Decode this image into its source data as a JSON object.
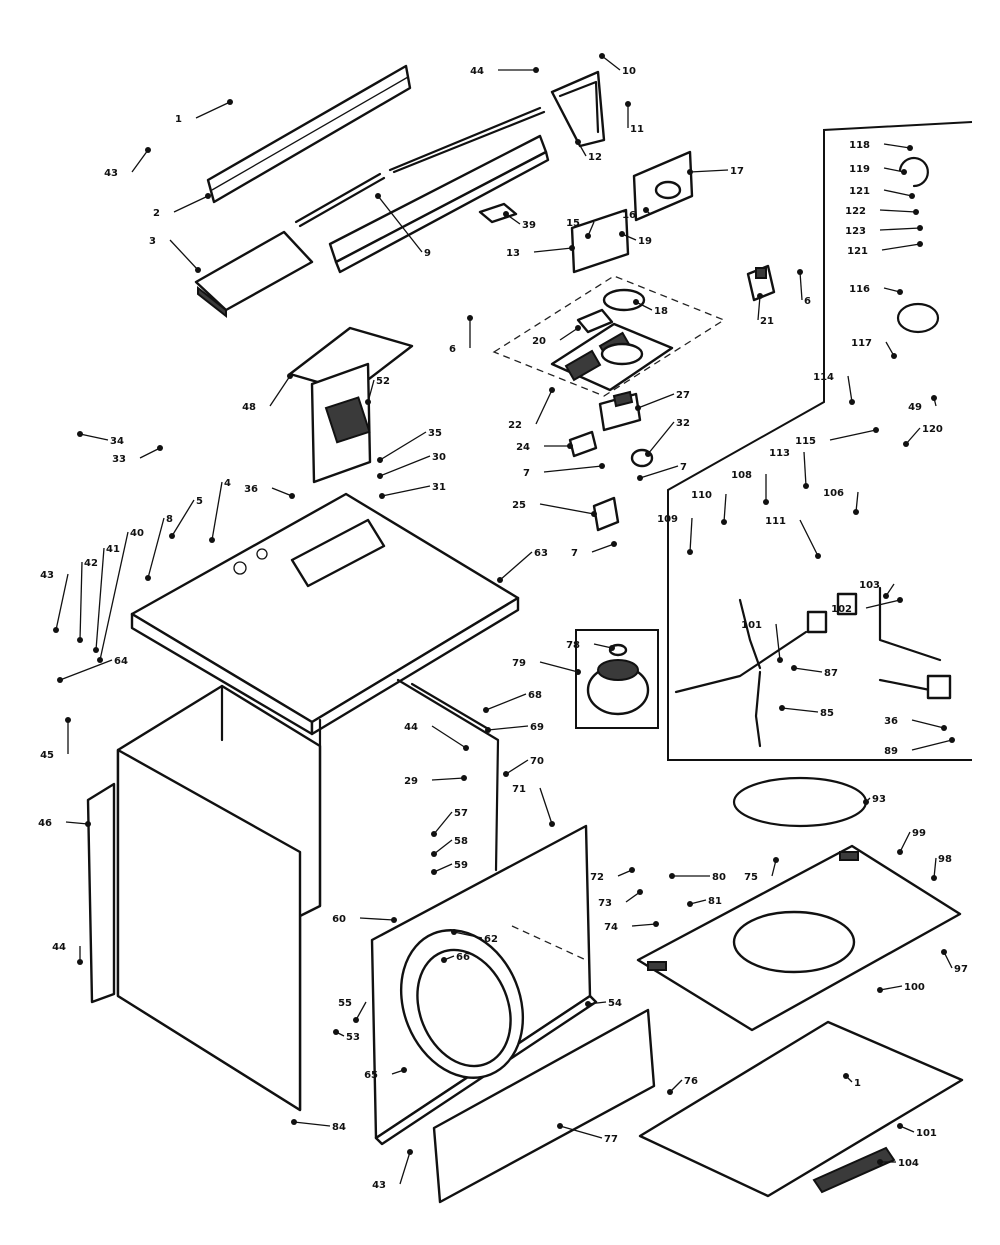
{
  "diagram": {
    "type": "exploded-parts-diagram",
    "colors": {
      "ink": "#111111",
      "paper": "#ffffff"
    },
    "callouts": [
      {
        "id": "c1",
        "text": "1"
      },
      {
        "id": "c43a",
        "text": "43"
      },
      {
        "id": "c2",
        "text": "2"
      },
      {
        "id": "c3",
        "text": "3"
      },
      {
        "id": "c44a",
        "text": "44"
      },
      {
        "id": "c10",
        "text": "10"
      },
      {
        "id": "c11",
        "text": "11"
      },
      {
        "id": "c12",
        "text": "12"
      },
      {
        "id": "c9",
        "text": "9"
      },
      {
        "id": "c39",
        "text": "39"
      },
      {
        "id": "c17",
        "text": "17"
      },
      {
        "id": "c13",
        "text": "13"
      },
      {
        "id": "c15",
        "text": "15"
      },
      {
        "id": "c16",
        "text": "16"
      },
      {
        "id": "c19",
        "text": "19"
      },
      {
        "id": "c18",
        "text": "18"
      },
      {
        "id": "c20",
        "text": "20"
      },
      {
        "id": "c6a",
        "text": "6"
      },
      {
        "id": "c22",
        "text": "22"
      },
      {
        "id": "c27",
        "text": "27"
      },
      {
        "id": "c24",
        "text": "24"
      },
      {
        "id": "c32",
        "text": "32"
      },
      {
        "id": "c7a",
        "text": "7"
      },
      {
        "id": "c7b",
        "text": "7"
      },
      {
        "id": "c25",
        "text": "25"
      },
      {
        "id": "c7c",
        "text": "7"
      },
      {
        "id": "c21",
        "text": "21"
      },
      {
        "id": "c6b",
        "text": "6"
      },
      {
        "id": "c48",
        "text": "48"
      },
      {
        "id": "c52",
        "text": "52"
      },
      {
        "id": "c34",
        "text": "34"
      },
      {
        "id": "c33",
        "text": "33"
      },
      {
        "id": "c35",
        "text": "35"
      },
      {
        "id": "c30",
        "text": "30"
      },
      {
        "id": "c31",
        "text": "31"
      },
      {
        "id": "c36",
        "text": "36"
      },
      {
        "id": "c5",
        "text": "5"
      },
      {
        "id": "c4",
        "text": "4"
      },
      {
        "id": "c8",
        "text": "8"
      },
      {
        "id": "c43b",
        "text": "43"
      },
      {
        "id": "c42",
        "text": "42"
      },
      {
        "id": "c41",
        "text": "41"
      },
      {
        "id": "c40",
        "text": "40"
      },
      {
        "id": "c64",
        "text": "64"
      },
      {
        "id": "c45",
        "text": "45"
      },
      {
        "id": "c63",
        "text": "63"
      },
      {
        "id": "c78",
        "text": "78"
      },
      {
        "id": "c79",
        "text": "79"
      },
      {
        "id": "c68",
        "text": "68"
      },
      {
        "id": "c69",
        "text": "69"
      },
      {
        "id": "c44b",
        "text": "44"
      },
      {
        "id": "c70",
        "text": "70"
      },
      {
        "id": "c29",
        "text": "29"
      },
      {
        "id": "c71",
        "text": "71"
      },
      {
        "id": "c57",
        "text": "57"
      },
      {
        "id": "c58",
        "text": "58"
      },
      {
        "id": "c59",
        "text": "59"
      },
      {
        "id": "c46",
        "text": "46"
      },
      {
        "id": "c44c",
        "text": "44"
      },
      {
        "id": "c60",
        "text": "60"
      },
      {
        "id": "c62",
        "text": "62"
      },
      {
        "id": "c66",
        "text": "66"
      },
      {
        "id": "c55",
        "text": "55"
      },
      {
        "id": "c53",
        "text": "53"
      },
      {
        "id": "c65",
        "text": "65"
      },
      {
        "id": "c54",
        "text": "54"
      },
      {
        "id": "c43c",
        "text": "43"
      },
      {
        "id": "c84",
        "text": "84"
      },
      {
        "id": "c77",
        "text": "77"
      },
      {
        "id": "c72",
        "text": "72"
      },
      {
        "id": "c73",
        "text": "73"
      },
      {
        "id": "c74",
        "text": "74"
      },
      {
        "id": "c80",
        "text": "80"
      },
      {
        "id": "c81",
        "text": "81"
      },
      {
        "id": "c75",
        "text": "75"
      },
      {
        "id": "c93",
        "text": "93"
      },
      {
        "id": "c99",
        "text": "99"
      },
      {
        "id": "c98",
        "text": "98"
      },
      {
        "id": "c97",
        "text": "97"
      },
      {
        "id": "c100",
        "text": "100"
      },
      {
        "id": "c76",
        "text": "76"
      },
      {
        "id": "c1b",
        "text": "1"
      },
      {
        "id": "c101b",
        "text": "101"
      },
      {
        "id": "c104",
        "text": "104"
      },
      {
        "id": "c118",
        "text": "118"
      },
      {
        "id": "c119",
        "text": "119"
      },
      {
        "id": "c121a",
        "text": "121"
      },
      {
        "id": "c122",
        "text": "122"
      },
      {
        "id": "c123",
        "text": "123"
      },
      {
        "id": "c121b",
        "text": "121"
      },
      {
        "id": "c116",
        "text": "116"
      },
      {
        "id": "c117",
        "text": "117"
      },
      {
        "id": "c114",
        "text": "114"
      },
      {
        "id": "c49",
        "text": "49"
      },
      {
        "id": "c115",
        "text": "115"
      },
      {
        "id": "c120",
        "text": "120"
      },
      {
        "id": "c113",
        "text": "113"
      },
      {
        "id": "c109",
        "text": "109"
      },
      {
        "id": "c110",
        "text": "110"
      },
      {
        "id": "c108",
        "text": "108"
      },
      {
        "id": "c106",
        "text": "106"
      },
      {
        "id": "c111",
        "text": "111"
      },
      {
        "id": "c101",
        "text": "101"
      },
      {
        "id": "c102",
        "text": "102"
      },
      {
        "id": "c103",
        "text": "103"
      },
      {
        "id": "c87",
        "text": "87"
      },
      {
        "id": "c85",
        "text": "85"
      },
      {
        "id": "c36b",
        "text": "36"
      },
      {
        "id": "c89",
        "text": "89"
      }
    ]
  }
}
